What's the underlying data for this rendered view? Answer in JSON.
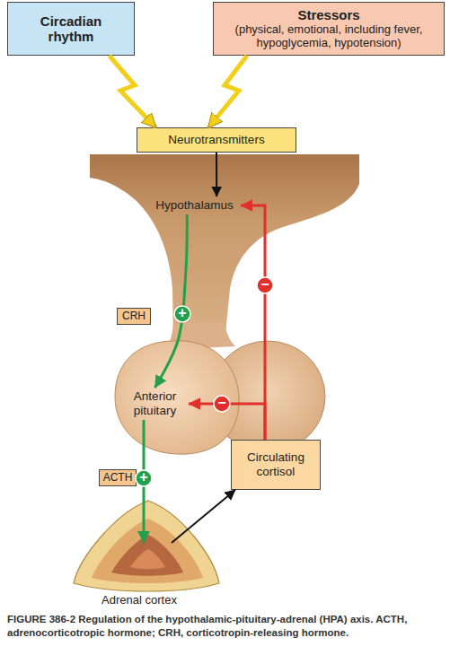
{
  "diagram": {
    "caption": "FIGURE 386-2 Regulation of the hypothalamic-pituitary-adrenal (HPA) axis. ACTH, adrenocorticotropic hormone; CRH, corticotropin-releasing hormone.",
    "nodes": [
      {
        "text": [
          "Circadian rhythm"
        ]
      },
      {
        "text": [
          "Stressors",
          "(physical, emotional, including fever, hypoglycemia, hypotension)"
        ]
      },
      {
        "text": [
          "Neurotransmitters"
        ]
      },
      {
        "text": [
          "Hypothalamus"
        ]
      },
      {
        "text": [
          "CRH"
        ]
      },
      {
        "text": [
          "Anterior pituitary"
        ]
      },
      {
        "text": [
          "ACTH"
        ]
      },
      {
        "text": [
          "Circulating cortisol"
        ]
      },
      {
        "text": [
          "Adrenal cortex"
        ]
      }
    ],
    "edges": [
      {
        "from": 0,
        "to": 2,
        "arrow": "to"
      },
      {
        "from": 1,
        "to": 2,
        "arrow": "to"
      },
      {
        "from": 2,
        "to": 3,
        "arrow": "to"
      },
      {
        "from": 3,
        "to": 5,
        "label": "+",
        "arrow": "to"
      },
      {
        "from": 5,
        "to": 8,
        "label": "+",
        "arrow": "to"
      },
      {
        "from": 8,
        "to": 7,
        "arrow": "to"
      },
      {
        "from": 7,
        "to": 3,
        "label": "−",
        "arrow": "to"
      },
      {
        "from": 7,
        "to": 5,
        "label": "−",
        "arrow": "to"
      }
    ]
  }
}
